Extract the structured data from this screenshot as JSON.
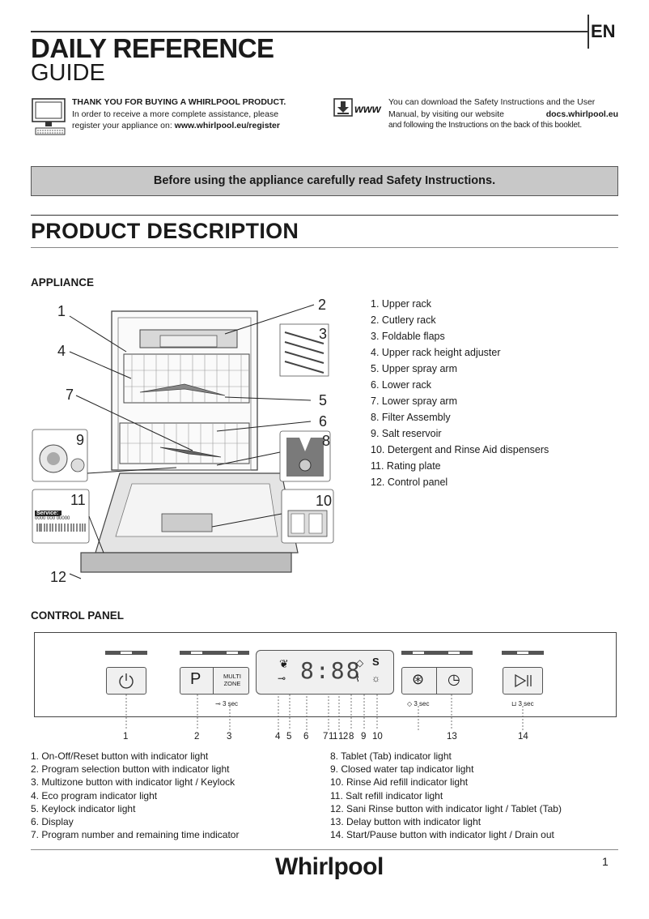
{
  "header": {
    "lang": "EN",
    "title_line1": "DAILY REFERENCE",
    "title_line2": "GUIDE"
  },
  "intro_left": {
    "heading": "THANK YOU FOR BUYING A WHIRLPOOL PRODUCT.",
    "line2": "In order to receive a more complete assistance, please",
    "line3_prefix": "register your appliance on: ",
    "url": "www.whirlpool.eu/register"
  },
  "intro_right": {
    "www_label": "www",
    "line1": "You can download the Safety Instructions and the User",
    "line2_prefix": "Manual, by visiting our website",
    "url": "docs.whirlpool.eu",
    "line3": "and following the Instructions on the back of this booklet."
  },
  "banner": "Before using the appliance carefully read Safety Instructions.",
  "section_title": "PRODUCT DESCRIPTION",
  "appliance": {
    "heading": "APPLIANCE",
    "parts": [
      "1.  Upper rack",
      "2.  Cutlery rack",
      "3.  Foldable flaps",
      "4.  Upper rack height adjuster",
      "5.  Upper spray arm",
      "6.  Lower rack",
      "7.  Lower spray arm",
      "8.  Filter Assembly",
      "9.  Salt reservoir",
      "10.  Detergent and Rinse Aid dispensers",
      "11.  Rating plate",
      "12.  Control panel"
    ],
    "callouts": [
      "1",
      "2",
      "3",
      "4",
      "5",
      "6",
      "7",
      "8",
      "9",
      "10",
      "11",
      "12"
    ],
    "rating_plate_text": "Service:",
    "rating_plate_code": "0000 000 00000"
  },
  "control_panel": {
    "heading": "CONTROL PANEL",
    "display_text": "8:88",
    "multi_zone_line1": "MULTI",
    "multi_zone_line2": "ZONE",
    "p_button": "P",
    "three_sec": "3 sec",
    "numbers": [
      "1",
      "2",
      "3",
      "4",
      "5",
      "6",
      "7",
      "11",
      "12",
      "8",
      "9",
      "10",
      "13",
      "14"
    ],
    "legend_left": [
      "1.  On-Off/Reset button with indicator light",
      "2.  Program selection button with indicator light",
      "3.  Multizone button with indicator light / Keylock",
      "4.  Eco program indicator light",
      "5.  Keylock indicator light",
      "6.  Display",
      "7.  Program number and remaining time indicator"
    ],
    "legend_right": [
      "8.  Tablet (Tab) indicator light",
      "9.  Closed water tap indicator light",
      "10.  Rinse Aid refill indicator light",
      "11.  Salt refill indicator light",
      "12.  Sani Rinse button with indicator light / Tablet (Tab)",
      "13.  Delay button with indicator light",
      "14.  Start/Pause button with indicator light / Drain out"
    ]
  },
  "footer": {
    "logo": "Whirlpool",
    "page_number": "1"
  }
}
